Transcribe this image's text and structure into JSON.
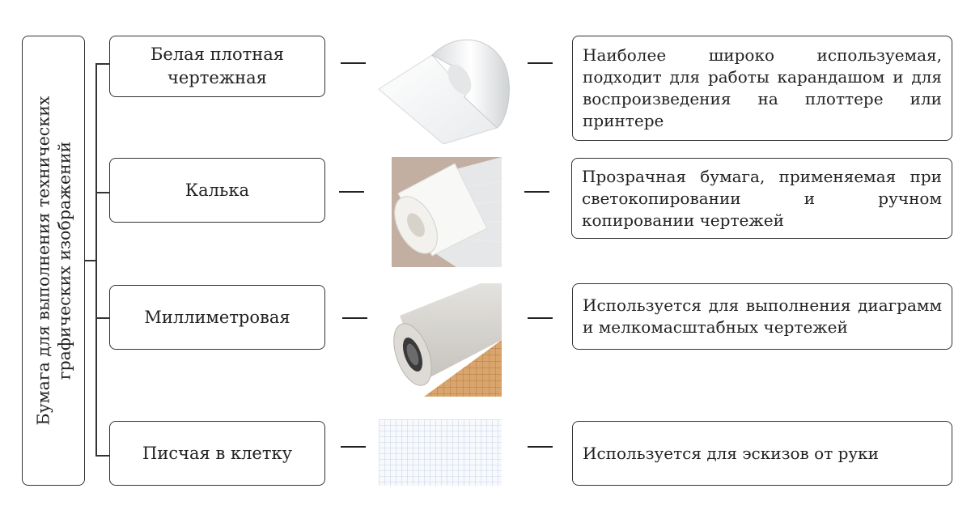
{
  "root": {
    "lines": [
      "Бумага для выполнения технических",
      "графических изображений"
    ]
  },
  "items": [
    {
      "category": "Белая плотная чертежная",
      "description": "Наиболее широко используемая, подходит для работы карандашом и для воспроизведения на плоттере или принтере",
      "image": "white-drawing-paper-roll-image"
    },
    {
      "category": "Калька",
      "description": "Прозрачная бумага, применяемая при светокопировании и ручном копировании чертежей",
      "image": "tracing-paper-roll-image"
    },
    {
      "category": "Миллиметровая",
      "description": "Используется для выполнения диаграмм и мелкомасштабных чертежей",
      "image": "millimeter-paper-roll-image"
    },
    {
      "category": "Писчая в клетку",
      "description": "Используется для эскизов от руки",
      "image": "grid-paper-image"
    }
  ]
}
